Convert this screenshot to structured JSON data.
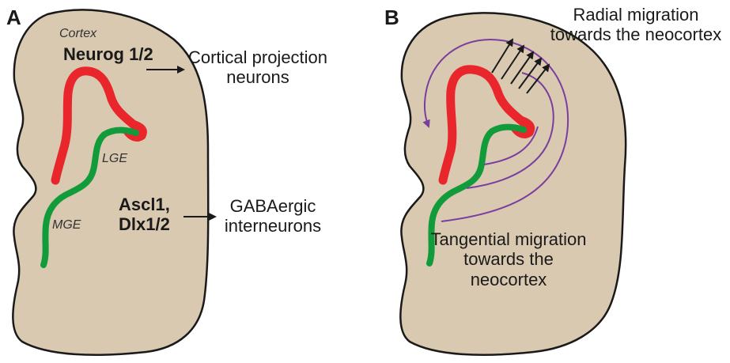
{
  "panels": {
    "a": {
      "letter": "A",
      "regions": {
        "cortex": "Cortex",
        "lge": "LGE",
        "mge": "MGE"
      },
      "genes": {
        "dorsal": "Neurog 1/2",
        "ventral_line1": "Ascl1,",
        "ventral_line2": "Dlx1/2"
      },
      "outputs": {
        "cortical_line1": "Cortical projection",
        "cortical_line2": "neurons",
        "gaba_line1": "GABAergic",
        "gaba_line2": "interneurons"
      }
    },
    "b": {
      "letter": "B",
      "radial_line1": "Radial migration",
      "radial_line2": "towards the neocortex",
      "tangential_line1": "Tangential migration",
      "tangential_line2": "towards the",
      "tangential_line3": "neocortex"
    }
  },
  "colors": {
    "tissue": "#d9c9b0",
    "outline": "#1a1a1a",
    "pallium": "#e8262b",
    "subpallium": "#119b3a",
    "migration": "#7a3f9e",
    "arrow": "#1a1a1a"
  }
}
